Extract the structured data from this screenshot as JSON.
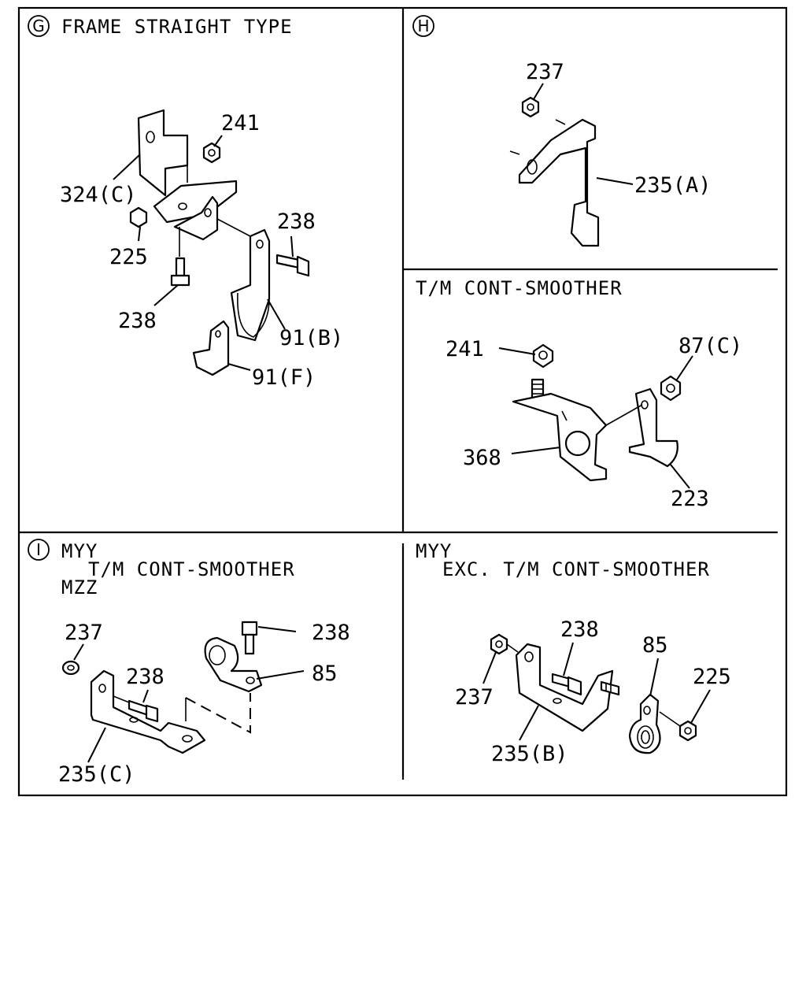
{
  "sections": {
    "g": {
      "marker": "G",
      "title": "FRAME STRAIGHT TYPE",
      "callouts": [
        "241",
        "324(C)",
        "225",
        "238",
        "238",
        "91(B)",
        "91(F)"
      ]
    },
    "h": {
      "marker": "H",
      "callouts": [
        "237",
        "235(A)"
      ]
    },
    "tm": {
      "title": "T/M CONT-SMOOTHER",
      "callouts": [
        "241",
        "87(C)",
        "368",
        "223"
      ]
    },
    "i": {
      "marker": "I",
      "line1": "MYY",
      "line2": "T/M CONT-SMOOTHER",
      "line3": "MZZ",
      "callouts": [
        "237",
        "238",
        "238",
        "85",
        "235(C)"
      ]
    },
    "exc": {
      "line1": "MYY",
      "line2": "EXC. T/M CONT-SMOOTHER",
      "callouts": [
        "238",
        "85",
        "237",
        "225",
        "235(B)"
      ]
    }
  }
}
